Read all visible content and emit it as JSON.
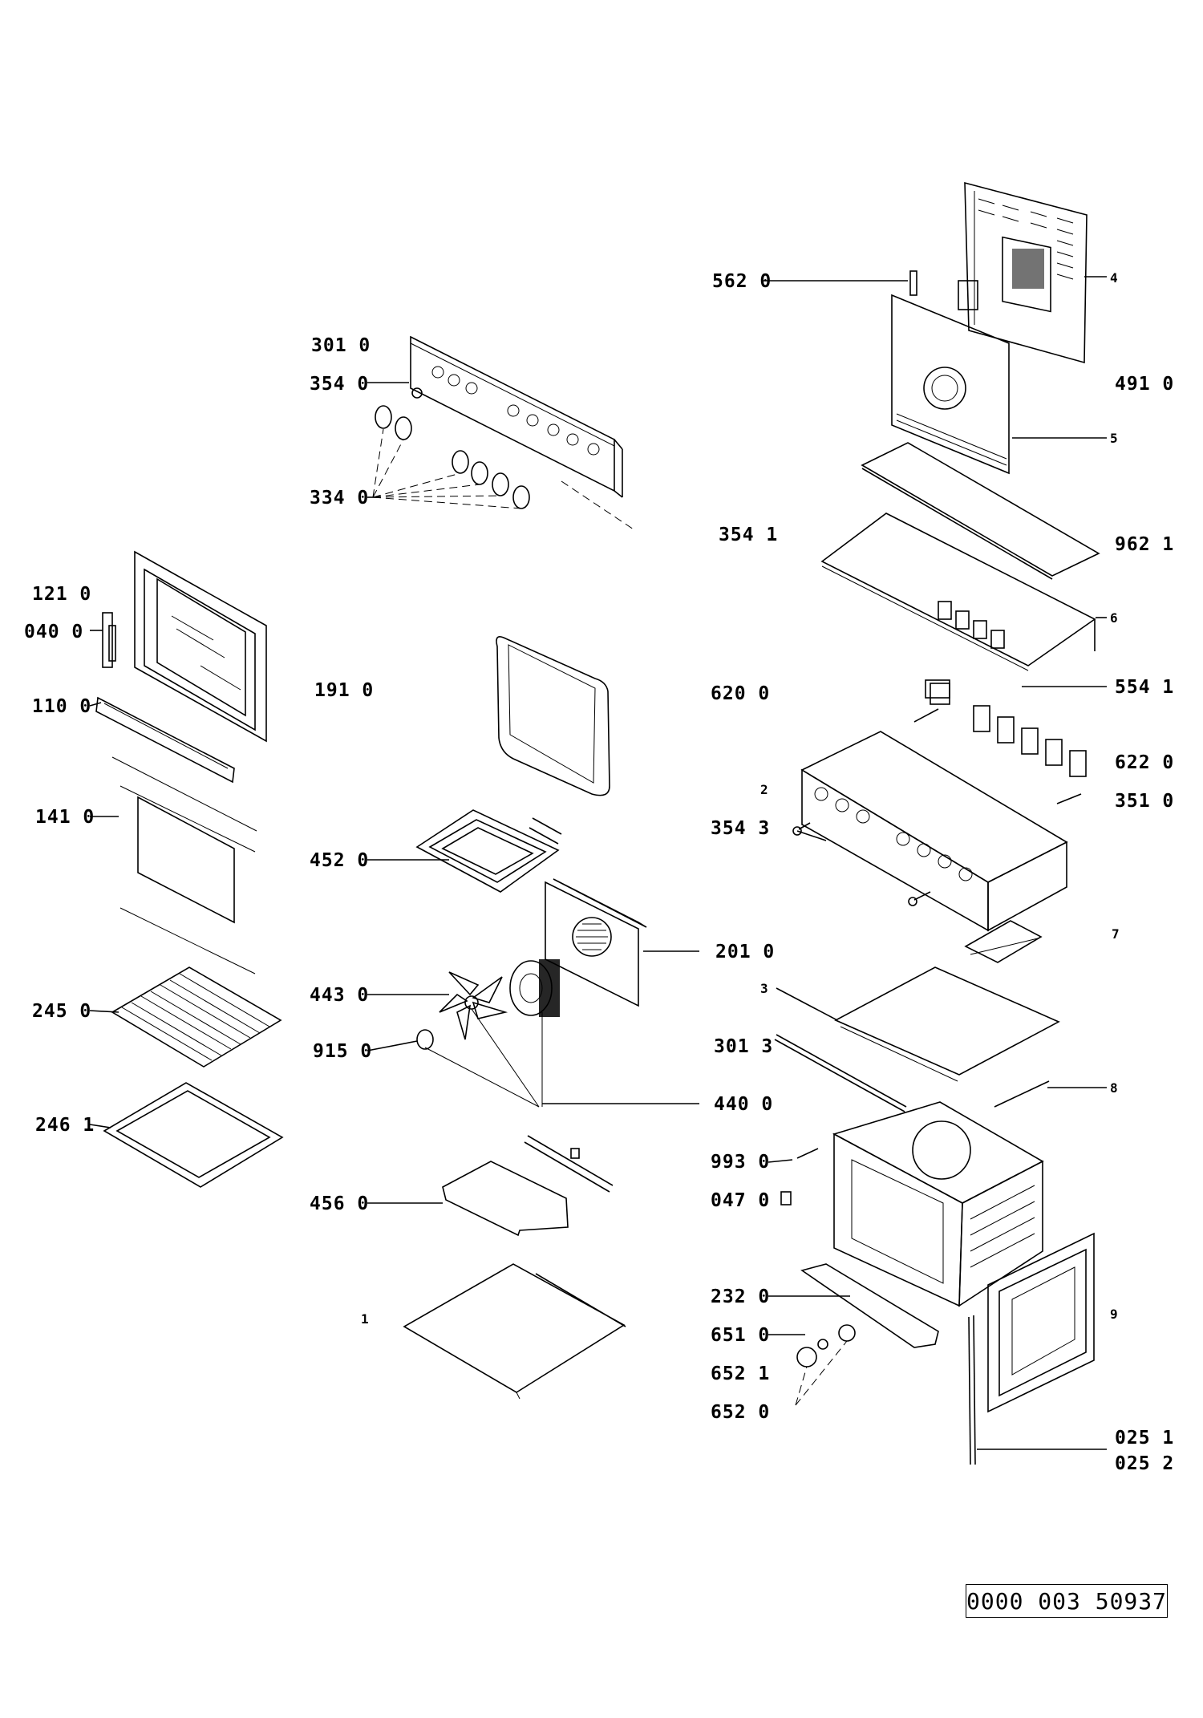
{
  "document_reference": "0000 003 50937",
  "labels": {
    "l562_0": "562 0",
    "l491_0": "491 0",
    "l4": "4",
    "l5": "5",
    "l301_0": "301 0",
    "l354_0": "354 0",
    "l334_0": "334 0",
    "l354_1": "354 1",
    "l962_1": "962 1",
    "l6": "6",
    "l121_0": "121 0",
    "l040_0": "040 0",
    "l110_0": "110 0",
    "l191_0": "191 0",
    "l620_0": "620 0",
    "l554_1": "554 1",
    "l622_0": "622 0",
    "l351_0": "351 0",
    "l2": "2",
    "l354_3": "354 3",
    "l141_0": "141 0",
    "l452_0": "452 0",
    "l201_0": "201 0",
    "l7": "7",
    "l245_0": "245 0",
    "l443_0": "443 0",
    "l3": "3",
    "l915_0": "915 0",
    "l301_3": "301 3",
    "l8": "8",
    "l246_1": "246 1",
    "l440_0": "440 0",
    "l993_0": "993 0",
    "l047_0": "047 0",
    "l456_0": "456 0",
    "l232_0": "232 0",
    "l1": "1",
    "l9": "9",
    "l651_0": "651 0",
    "l652_1": "652 1",
    "l652_0": "652 0",
    "l025_1": "025 1",
    "l025_2": "025 2"
  }
}
